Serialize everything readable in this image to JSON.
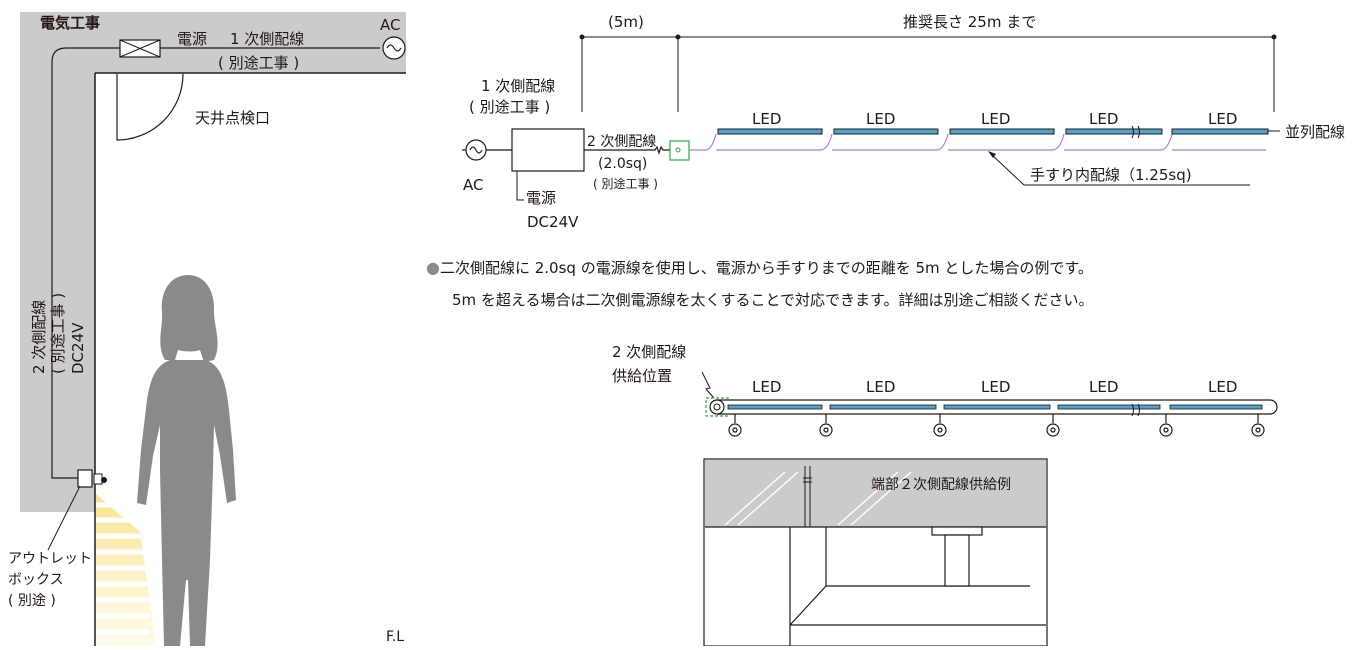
{
  "wall_section": {
    "heading": "電気工事",
    "power_label": "電源",
    "primary_wiring": "1 次側配線",
    "primary_wiring_note": "( 別途工事 )",
    "ac": "AC",
    "ceiling_hatch": "天井点検口",
    "secondary_wiring_lines": [
      "2 次側配線",
      "( 別途工事 )",
      "DC24V"
    ],
    "outlet_box_lines": [
      "アウトレット",
      "ボックス",
      "( 別途 )"
    ],
    "floor_level": "F.L"
  },
  "wiring_diagram": {
    "dim_short": "(5m)",
    "dim_long": "推奨長さ 25m まで",
    "primary_wiring": "1 次側配線",
    "primary_wiring_note": "( 別途工事 )",
    "ac": "AC",
    "power_label": "電源",
    "power_voltage": "DC24V",
    "secondary_wiring": "2 次側配線",
    "secondary_size": "(2.0sq)",
    "secondary_note": "( 別途工事 )",
    "led_labels": [
      "LED",
      "LED",
      "LED",
      "LED",
      "LED"
    ],
    "parallel_wiring": "並列配線",
    "rail_wiring": "手すり内配線（1.25sq)"
  },
  "notes": {
    "line1": "二次側配線に 2.0sq の電源線を使用し、電源から手すりまでの距離を 5m とした場合の例です。",
    "line2": "5m を超える場合は二次側電源線を太くすることで対応できます。詳細は別途ご相談ください。"
  },
  "handrail_diagram": {
    "supply_position_lines": [
      "2 次側配線",
      "供給位置"
    ],
    "led_labels": [
      "LED",
      "LED",
      "LED",
      "LED",
      "LED"
    ],
    "end_supply_example": "端部２次側配線供給例"
  },
  "colors": {
    "wall_gray": "#cbcbcb",
    "led_blue": "#4fa3d1",
    "wire_purple": "#b67ad6",
    "junction_green": "#2ea84a",
    "light_yellow": "#f6d54a",
    "person_gray": "#8a8a8a"
  }
}
